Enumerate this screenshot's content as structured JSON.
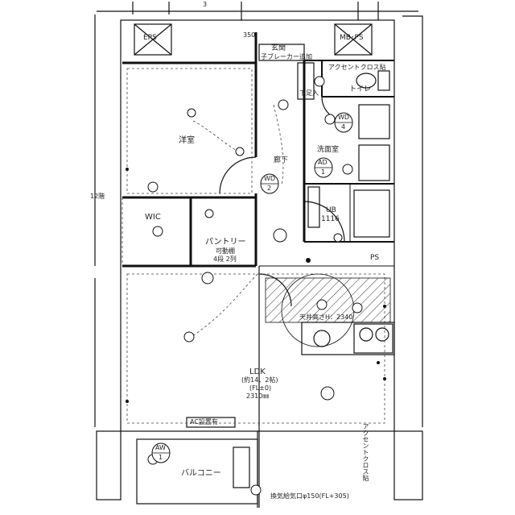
{
  "rooms": {
    "eps": "EPS",
    "mbps": "MB･PS",
    "western_room": "洋室",
    "entrance": "玄関",
    "breaker_note": "子ブレーカー追加",
    "accent_cross_top": "アクセントクロス貼",
    "toilet": "トイレ",
    "shoe_closet": "下足入",
    "wash_room": "洗面室",
    "hallway": "廊下",
    "wic": "WIC",
    "unit_bath": "UB",
    "unit_bath_size": "1116",
    "pantry": "パントリー",
    "movable_shelf": "可動棚",
    "shelf_count": "4段 2列",
    "ldk": "LDK",
    "ldk_size": "(約14．2帖)",
    "ldk_floor": "(FL±0)",
    "ldk_height": "2310㎜",
    "ps": "PS",
    "range_hood_note": "天井高さH：2340",
    "ac_sleeve": "AC設置有",
    "balcony": "バルコニー",
    "accent_cross_right": "アクセントクロス貼",
    "vent_note": "換気給気口φ150(FL+305)",
    "left_dim": "12階",
    "top_num": "3",
    "dim_350": "350"
  },
  "door_tags": {
    "wd4": [
      "WD",
      "4"
    ],
    "ad1": [
      "AD",
      "1"
    ],
    "wd2": [
      "WD",
      "2"
    ],
    "aw1": [
      "AW",
      "1"
    ]
  }
}
